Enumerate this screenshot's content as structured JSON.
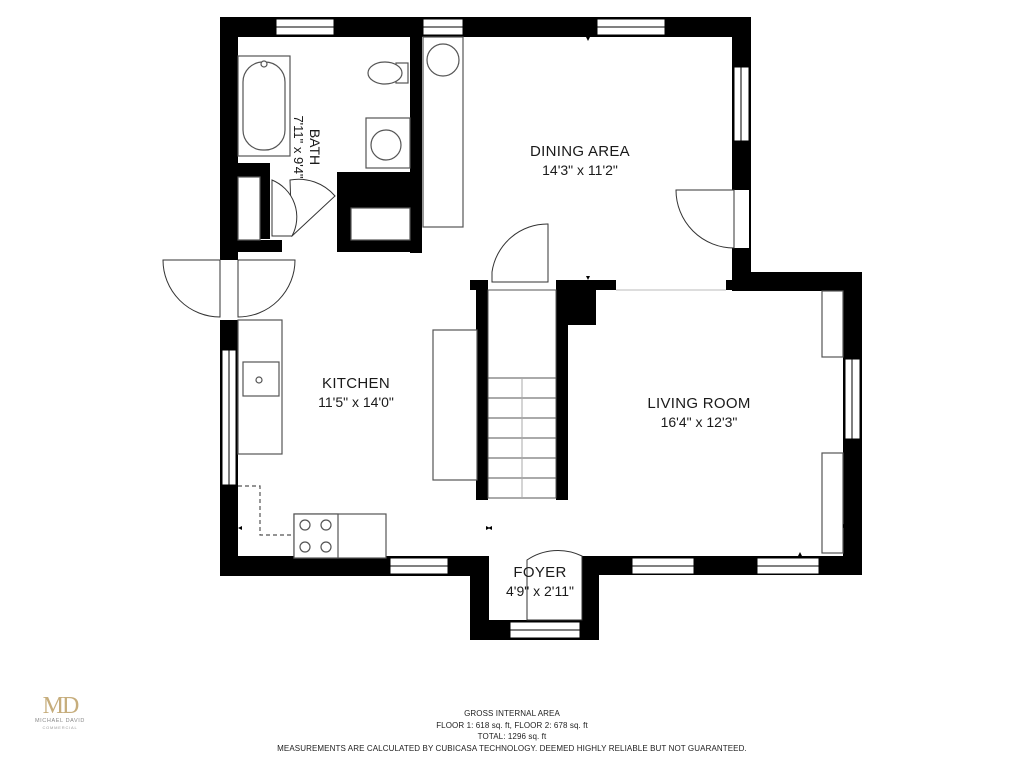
{
  "rooms": {
    "bath": {
      "name": "BATH",
      "dims": "7'11\" x 9'4\""
    },
    "dining": {
      "name": "DINING AREA",
      "dims": "14'3\" x 11'2\""
    },
    "kitchen": {
      "name": "KITCHEN",
      "dims": "11'5\" x 14'0\""
    },
    "living": {
      "name": "LIVING ROOM",
      "dims": "16'4\" x 12'3\""
    },
    "foyer": {
      "name": "FOYER",
      "dims": "4'9\" x 2'11\""
    }
  },
  "footer": {
    "title": "GROSS INTERNAL AREA",
    "floors": "FLOOR 1: 618 sq. ft, FLOOR 2: 678 sq. ft",
    "total": "TOTAL: 1296 sq. ft",
    "disclaimer": "MEASUREMENTS ARE CALCULATED BY CUBICASA TECHNOLOGY. DEEMED HIGHLY RELIABLE BUT NOT GUARANTEED."
  },
  "logo": {
    "mark": "MD",
    "name": "MICHAEL DAVID",
    "sub": "COMMERCIAL"
  },
  "colors": {
    "wall": "#000000",
    "fixture": "#555555",
    "logo": "#c6ad7c"
  }
}
